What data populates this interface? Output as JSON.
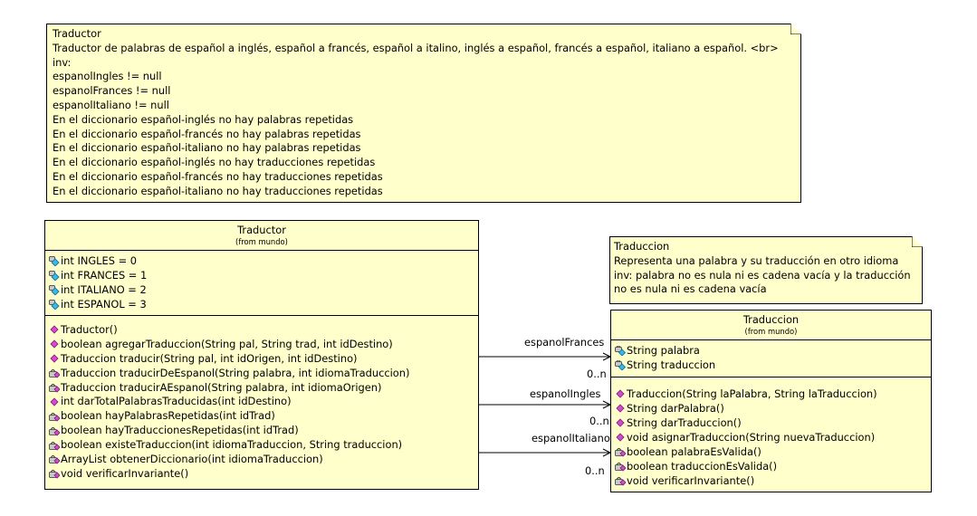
{
  "note_top": {
    "lines": [
      "Traductor",
      "Traductor de palabras de español a inglés, español a francés, español a italino, inglés a español, francés a español, italiano a español. <br>",
      " inv:",
      " espanolIngles != null",
      " espanolFrances != null",
      " espanolItaliano != null",
      " En el diccionario español-inglés no hay palabras repetidas",
      " En el diccionario español-francés no hay palabras repetidas",
      " En el diccionario español-italiano no hay palabras repetidas",
      " En el diccionario español-inglés no hay traducciones repetidas",
      " En el diccionario español-francés no hay traducciones repetidas",
      " En el diccionario español-italiano no hay traducciones repetidas"
    ]
  },
  "note_right": {
    "lines": [
      "Traduccion",
      "Representa una palabra y su traducción en otro idioma",
      "inv: palabra no es nula ni es cadena vacía y la traducción",
      "no es nula ni es cadena vacía"
    ]
  },
  "class_traductor": {
    "name": "Traductor",
    "from": "(from mundo)",
    "attributes": [
      {
        "text": "int INGLES = 0",
        "icon": "static-field-icon"
      },
      {
        "text": "int FRANCES = 1",
        "icon": "static-field-icon"
      },
      {
        "text": "int ITALIANO = 2",
        "icon": "static-field-icon"
      },
      {
        "text": "int ESPANOL = 3",
        "icon": "static-field-icon"
      }
    ],
    "operations": [
      {
        "text": "Traductor()",
        "icon": "public-method-icon"
      },
      {
        "text": "boolean agregarTraduccion(String pal, String trad, int idDestino)",
        "icon": "public-method-icon"
      },
      {
        "text": "Traduccion traducir(String pal, int idOrigen, int idDestino)",
        "icon": "public-method-icon"
      },
      {
        "text": "Traduccion traducirDeEspanol(String palabra, int idiomaTraduccion)",
        "icon": "private-method-icon"
      },
      {
        "text": "Traduccion traducirAEspanol(String palabra, int idiomaOrigen)",
        "icon": "private-method-icon"
      },
      {
        "text": "int darTotalPalabrasTraducidas(int idDestino)",
        "icon": "public-method-icon"
      },
      {
        "text": "boolean hayPalabrasRepetidas(int idTrad)",
        "icon": "private-method-icon"
      },
      {
        "text": "boolean hayTraduccionesRepetidas(int idTrad)",
        "icon": "private-method-icon"
      },
      {
        "text": "boolean existeTraduccion(int idiomaTraduccion, String traduccion)",
        "icon": "private-method-icon"
      },
      {
        "text": "ArrayList obtenerDiccionario(int idiomaTraduccion)",
        "icon": "private-method-icon"
      },
      {
        "text": "void verificarInvariante()",
        "icon": "private-method-icon"
      }
    ]
  },
  "class_traduccion": {
    "name": "Traduccion",
    "from": "(from mundo)",
    "attributes": [
      {
        "text": "String palabra",
        "icon": "private-field-icon"
      },
      {
        "text": "String traduccion",
        "icon": "private-field-icon"
      }
    ],
    "operations": [
      {
        "text": "Traduccion(String laPalabra, String laTraduccion)",
        "icon": "public-method-icon"
      },
      {
        "text": "String darPalabra()",
        "icon": "public-method-icon"
      },
      {
        "text": "String darTraduccion()",
        "icon": "public-method-icon"
      },
      {
        "text": "void asignarTraduccion(String nuevaTraduccion)",
        "icon": "public-method-icon"
      },
      {
        "text": "boolean palabraEsValida()",
        "icon": "private-method-icon"
      },
      {
        "text": "boolean traduccionEsValida()",
        "icon": "private-method-icon"
      },
      {
        "text": "void verificarInvariante()",
        "icon": "private-method-icon"
      }
    ]
  },
  "associations": [
    {
      "role": "espanolFrances",
      "multiplicity": "0..n"
    },
    {
      "role": "espanolIngles",
      "multiplicity": "0..n"
    },
    {
      "role": "espanolItaliano",
      "multiplicity": "0..n"
    }
  ]
}
